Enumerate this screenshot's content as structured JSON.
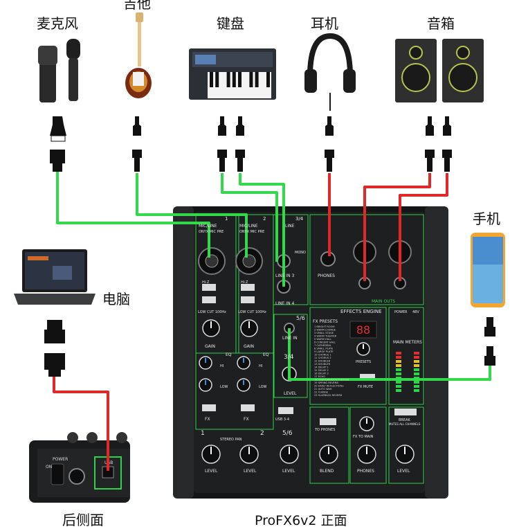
{
  "devices": {
    "mic": "麦克风",
    "guitar": "吉他",
    "keyboard": "键盘",
    "headphones": "耳机",
    "speakers": "音箱",
    "phone": "手机",
    "computer": "电脑",
    "rear": "后侧面",
    "mixer_title": "ProFX6v2 正面"
  },
  "mixer": {
    "ch1": "1",
    "ch2": "2",
    "ch34": "3/4",
    "ch56": "5/6",
    "mic_line": "MIC/LINE",
    "onyx": "ONYX MIC PRE",
    "line": "LINE",
    "mono": "MONO",
    "line_in_3": "LINE IN 3",
    "line_in_4": "LINE IN 4",
    "line_in": "LINE IN",
    "phones": "PHONES",
    "main_outs": "MAIN OUTS",
    "effects_engine": "EFFECTS ENGINE",
    "fx_presets": "FX PRESETS",
    "presets": "PRESETS",
    "fx_mute": "FX MUTE",
    "main_meters": "MAIN METERS",
    "power": "POWER",
    "v48": "48V",
    "hi_z": "Hi-Z",
    "gain": "GAIN",
    "eq": "EQ",
    "low_cut": "LOW CUT 100Hz",
    "hi": "HI",
    "low": "LOW",
    "fx": "FX",
    "level": "LEVEL",
    "stereo_pan": "STEREO PAN",
    "usb34": "USB 3-4",
    "to_phones": "TO PHONES",
    "fx_to_main": "FX TO MAIN",
    "blend": "BLEND",
    "break": "BREAK",
    "mutes": "MUTES ALL CHANNELS",
    "display": "88",
    "fx_list": [
      "BRIGHT ROOM",
      "WARM LOUNGE",
      "SMALL STAGE",
      "WARM THEATER",
      "WARM HALL",
      "CONCERT HALL",
      "CATHEDRAL",
      "SMALL PLATE",
      "LARGE PLATE",
      "CHORUS 1",
      "CHORUS 2",
      "DOUBLER",
      "DOUBLER",
      "DELAY 1",
      "DELAY 2",
      "DELAY 3",
      "ECHO",
      "OVERDRIVE/DISTORTION",
      "SPRING REVERB",
      "EARLY REFLECTIONS",
      "AUTO WAH",
      "FLANGE",
      "SLAPBACK REVERB"
    ],
    "rear_power": "POWER",
    "rear_on": "ON",
    "rear_usb": "USB"
  },
  "colors": {
    "cable_green": "#33d94a",
    "cable_red": "#e02828",
    "panel": "#1b1d1f",
    "accent_green": "#2fd24a"
  }
}
